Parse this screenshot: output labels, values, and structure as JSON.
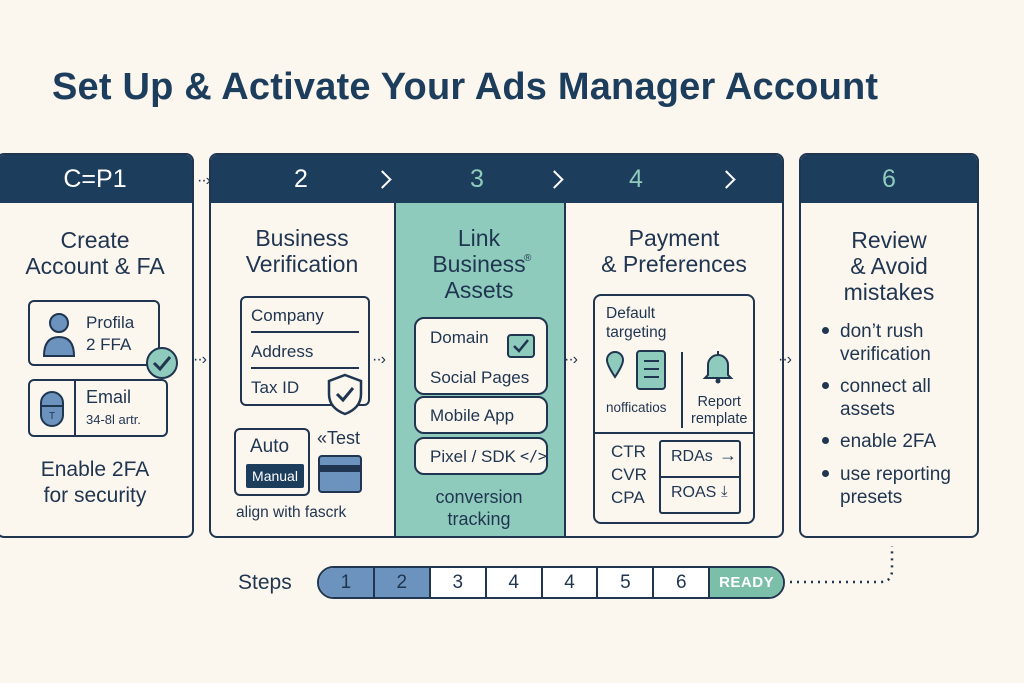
{
  "title": "Set Up & Activate Your Ads Manager Account",
  "colors": {
    "navy": "#1d3d5c",
    "teal": "#8fcbbd",
    "cream": "#fbf6ee",
    "blue": "#6b93bd"
  },
  "cards": [
    {
      "step": "C=P1",
      "title": "Create\nAccount & FA",
      "profile_text": "Profila\n2 FFA",
      "email_text": "Email",
      "email_sub": "34-8l artr.",
      "footer": "Enable 2FA\nfor security"
    },
    {
      "step": "2",
      "title": "Business\nVerification",
      "fields": [
        "Company",
        "Address",
        "Tax ID"
      ],
      "auto": "Auto",
      "manual": "Manual",
      "test": "«Test",
      "footer": "align with fascrk"
    },
    {
      "step": "3",
      "title": "Link\nBusiness\nAssets",
      "title_mark": "®",
      "assets": [
        "Domain",
        "Social Pages",
        "Mobile App",
        "Pixel / SDK"
      ],
      "footer": "conversion\ntracking"
    },
    {
      "step": "4",
      "title": "Payment\n& Preferences",
      "default_targeting": "Default\ntargeting",
      "notifications": "nofficatios",
      "report": "Report\nremplate",
      "metrics": [
        "CTR",
        "CVR",
        "CPA"
      ],
      "rdas": "RDAs",
      "roas": "ROAS"
    },
    {
      "step": "6",
      "title": "Review\n& Avoid\nmistakes",
      "bullets": [
        "don’t rush\nverification",
        "connect all\nassets",
        "enable 2FA",
        "use reporting\npresets"
      ]
    }
  ],
  "steps_label": "Steps",
  "steps": [
    "1",
    "2",
    "3",
    "4",
    "4",
    "5",
    "6",
    "READY"
  ],
  "icons": [
    "user-icon",
    "check-circle-icon",
    "lock-icon",
    "shield-check-icon",
    "card-icon",
    "checkbox-icon",
    "code-icon",
    "pin-icon",
    "list-icon",
    "bell-icon",
    "arrow-right-icon",
    "download-icon",
    "chevron-right-icon"
  ]
}
